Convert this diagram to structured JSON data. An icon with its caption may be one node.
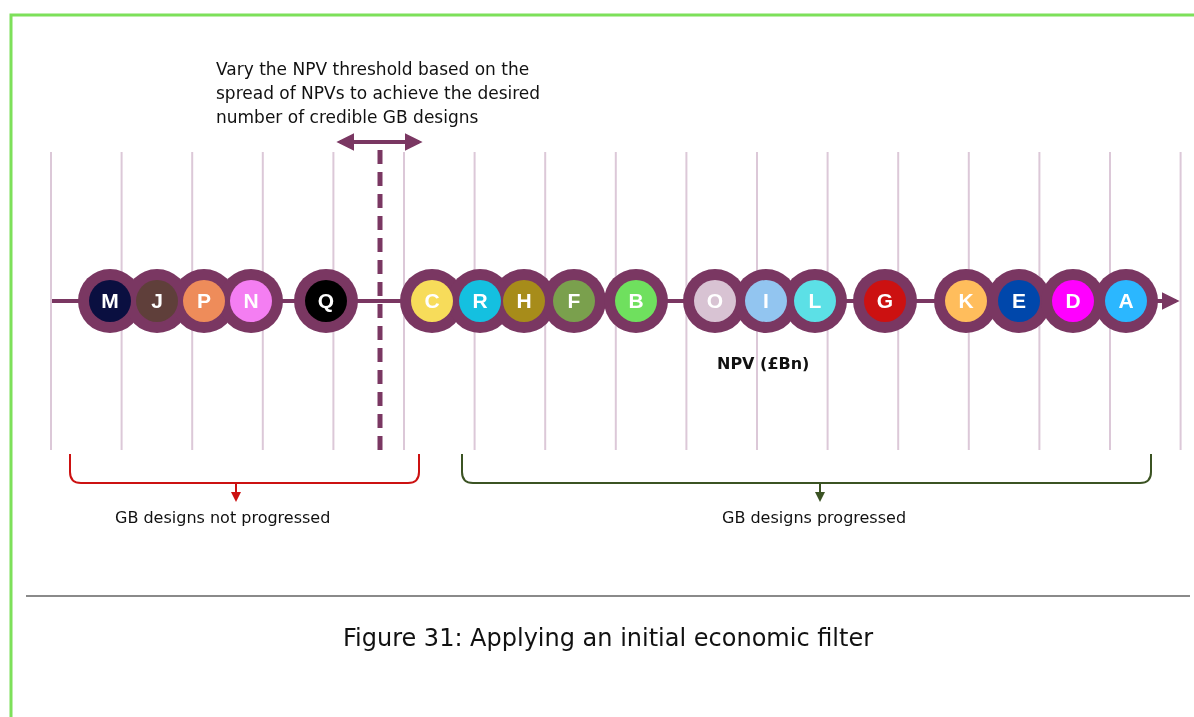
{
  "diagram": {
    "caption": "Figure 31: Applying an initial economic filter",
    "nodes": [
      {
        "text": [
          "M"
        ]
      },
      {
        "text": [
          "J"
        ]
      },
      {
        "text": [
          "P"
        ]
      },
      {
        "text": [
          "N"
        ]
      },
      {
        "text": [
          "Q"
        ]
      },
      {
        "text": [
          "C"
        ]
      },
      {
        "text": [
          "R"
        ]
      },
      {
        "text": [
          "H"
        ]
      },
      {
        "text": [
          "F"
        ]
      },
      {
        "text": [
          "B"
        ]
      },
      {
        "text": [
          "O"
        ]
      },
      {
        "text": [
          "I"
        ]
      },
      {
        "text": [
          "L"
        ]
      },
      {
        "text": [
          "G"
        ]
      },
      {
        "text": [
          "K"
        ]
      },
      {
        "text": [
          "E"
        ]
      },
      {
        "text": [
          "D"
        ]
      },
      {
        "text": [
          "A"
        ]
      }
    ],
    "edges": [],
    "labels": [
      "Vary the NPV threshold based on the spread of NPVs to achieve the desired number of credible GB designs",
      "NPV (£Bn)",
      "GB designs not progressed",
      "GB designs progressed"
    ]
  }
}
